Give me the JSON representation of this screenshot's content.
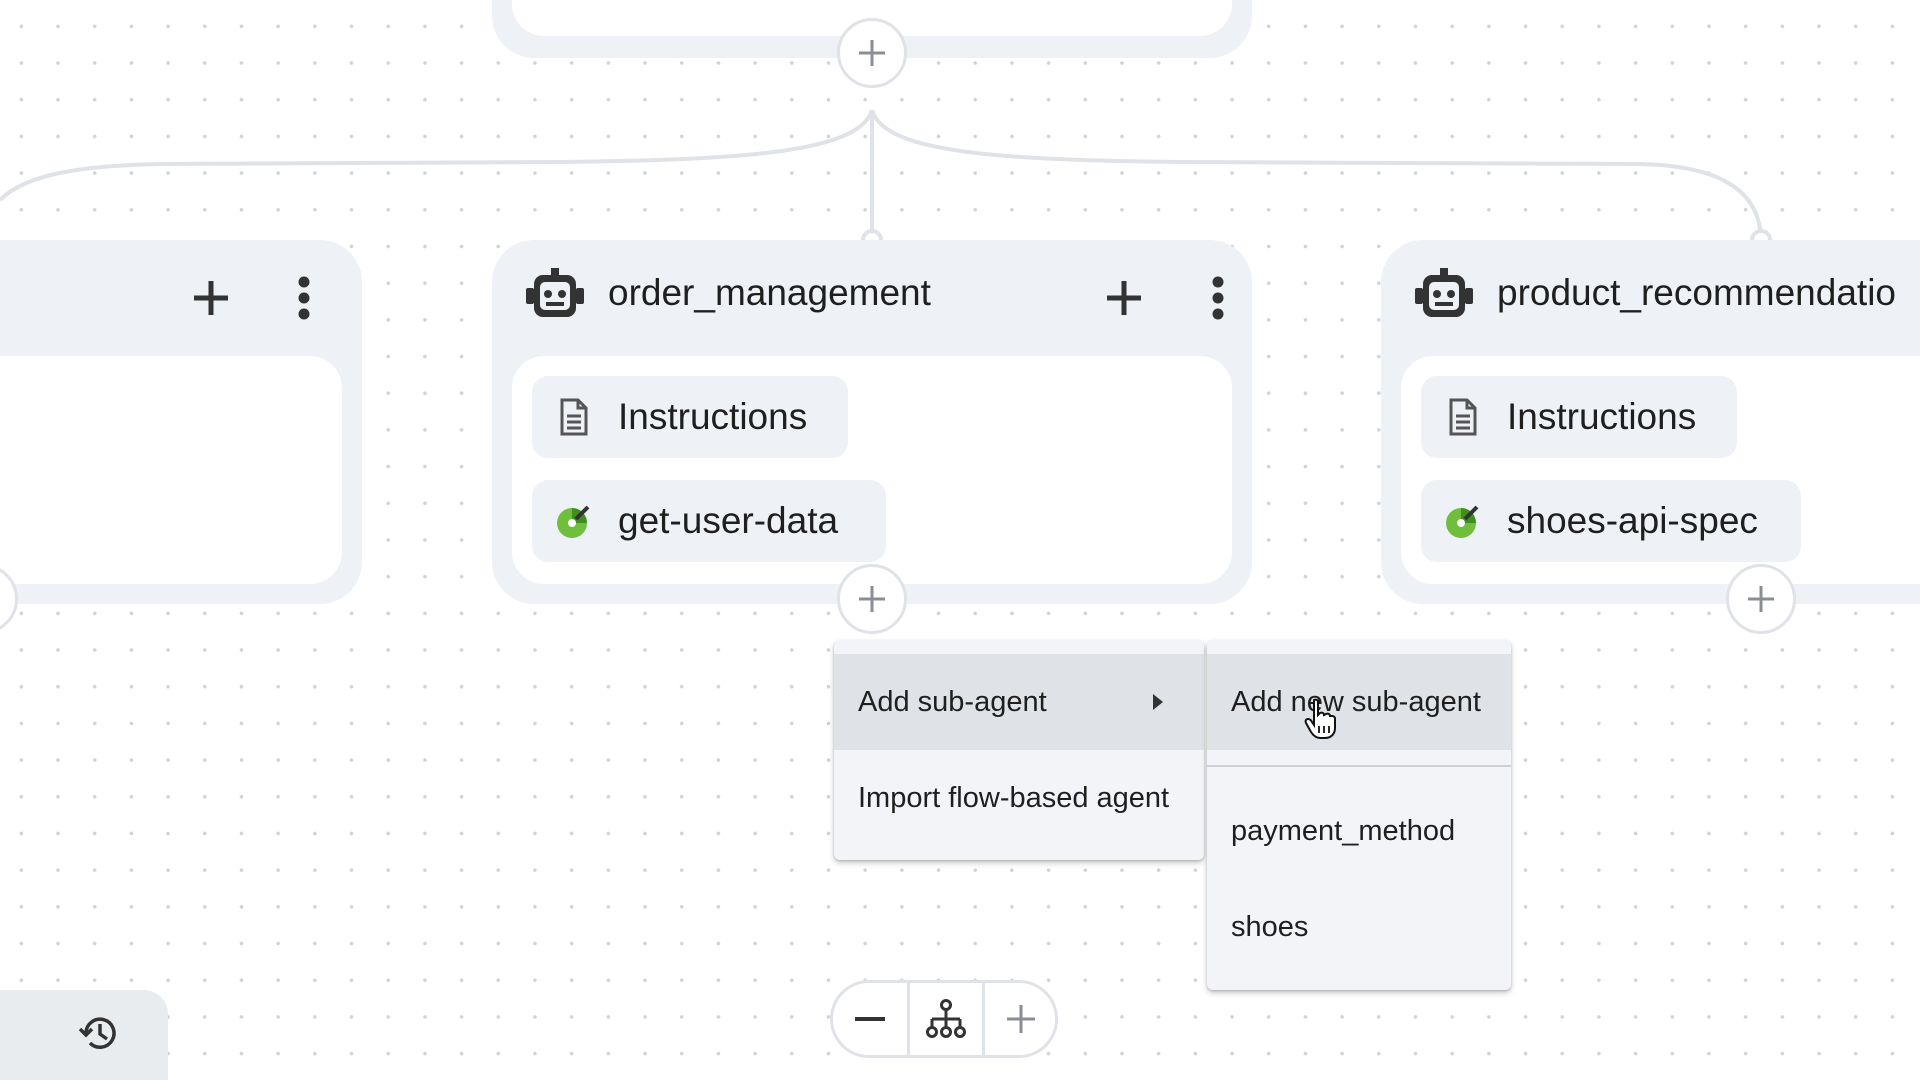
{
  "canvas": {
    "colors": {
      "card_bg": "#eef1f5",
      "connector": "#dfe2e7",
      "menu_active": "#dfe2e6"
    }
  },
  "cards": [
    {
      "id": "left",
      "title": "",
      "icon": "robot-icon"
    },
    {
      "id": "order_management",
      "title": "order_management",
      "icon": "robot-icon",
      "chips": [
        {
          "label": "Instructions",
          "icon": "document-icon"
        },
        {
          "label": "get-user-data",
          "icon": "tool-icon"
        }
      ]
    },
    {
      "id": "product_recommendation",
      "title": "product_recommendatio",
      "icon": "robot-icon",
      "chips": [
        {
          "label": "Instructions",
          "icon": "document-icon"
        },
        {
          "label": "shoes-api-spec",
          "icon": "tool-icon"
        }
      ]
    }
  ],
  "context_menu": {
    "items": [
      {
        "label": "Add sub-agent",
        "has_submenu": true,
        "active": true
      },
      {
        "label": "Import flow-based agent",
        "has_submenu": false,
        "active": false
      }
    ]
  },
  "submenu": {
    "items": [
      {
        "label": "Add new sub-agent",
        "active": true
      },
      {
        "label": "payment_method",
        "active": false
      },
      {
        "label": "shoes",
        "active": false
      }
    ]
  },
  "zoom_controls": {
    "zoom_out": "minus-icon",
    "fit": "hierarchy-icon",
    "zoom_in": "plus-icon"
  },
  "history": {
    "icon": "history-icon"
  }
}
